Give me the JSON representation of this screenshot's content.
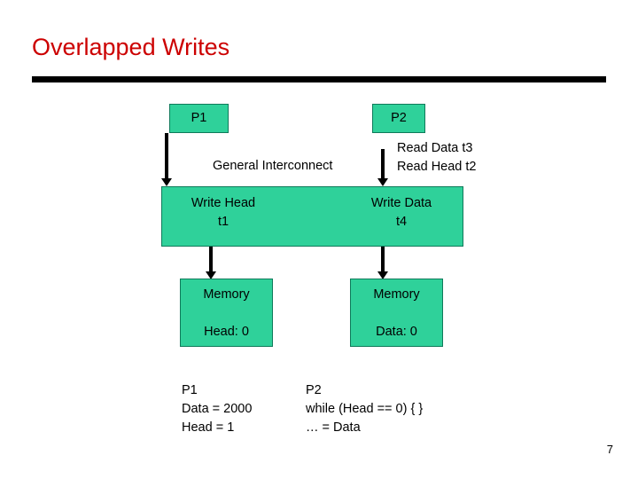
{
  "slide": {
    "title": "Overlapped Writes",
    "page_number": "7",
    "colors": {
      "title": "#cc0000",
      "box_fill": "#2fd19a",
      "box_border": "#0f7a5a",
      "rule": "#000000",
      "text": "#000000"
    }
  },
  "boxes": {
    "p1": "P1",
    "p2": "P2",
    "interconnect_left": "Write Head\nt1",
    "interconnect_right": "Write Data\nt4",
    "memory_left": "Memory\n\nHead: 0",
    "memory_right": "Memory\n\nData: 0"
  },
  "labels": {
    "interconnect": "General Interconnect",
    "read_ops": "Read Data  t3\nRead Head  t2"
  },
  "code": {
    "left": "P1\nData = 2000\nHead = 1",
    "right": "P2\nwhile (Head == 0) { }\n… = Data"
  }
}
